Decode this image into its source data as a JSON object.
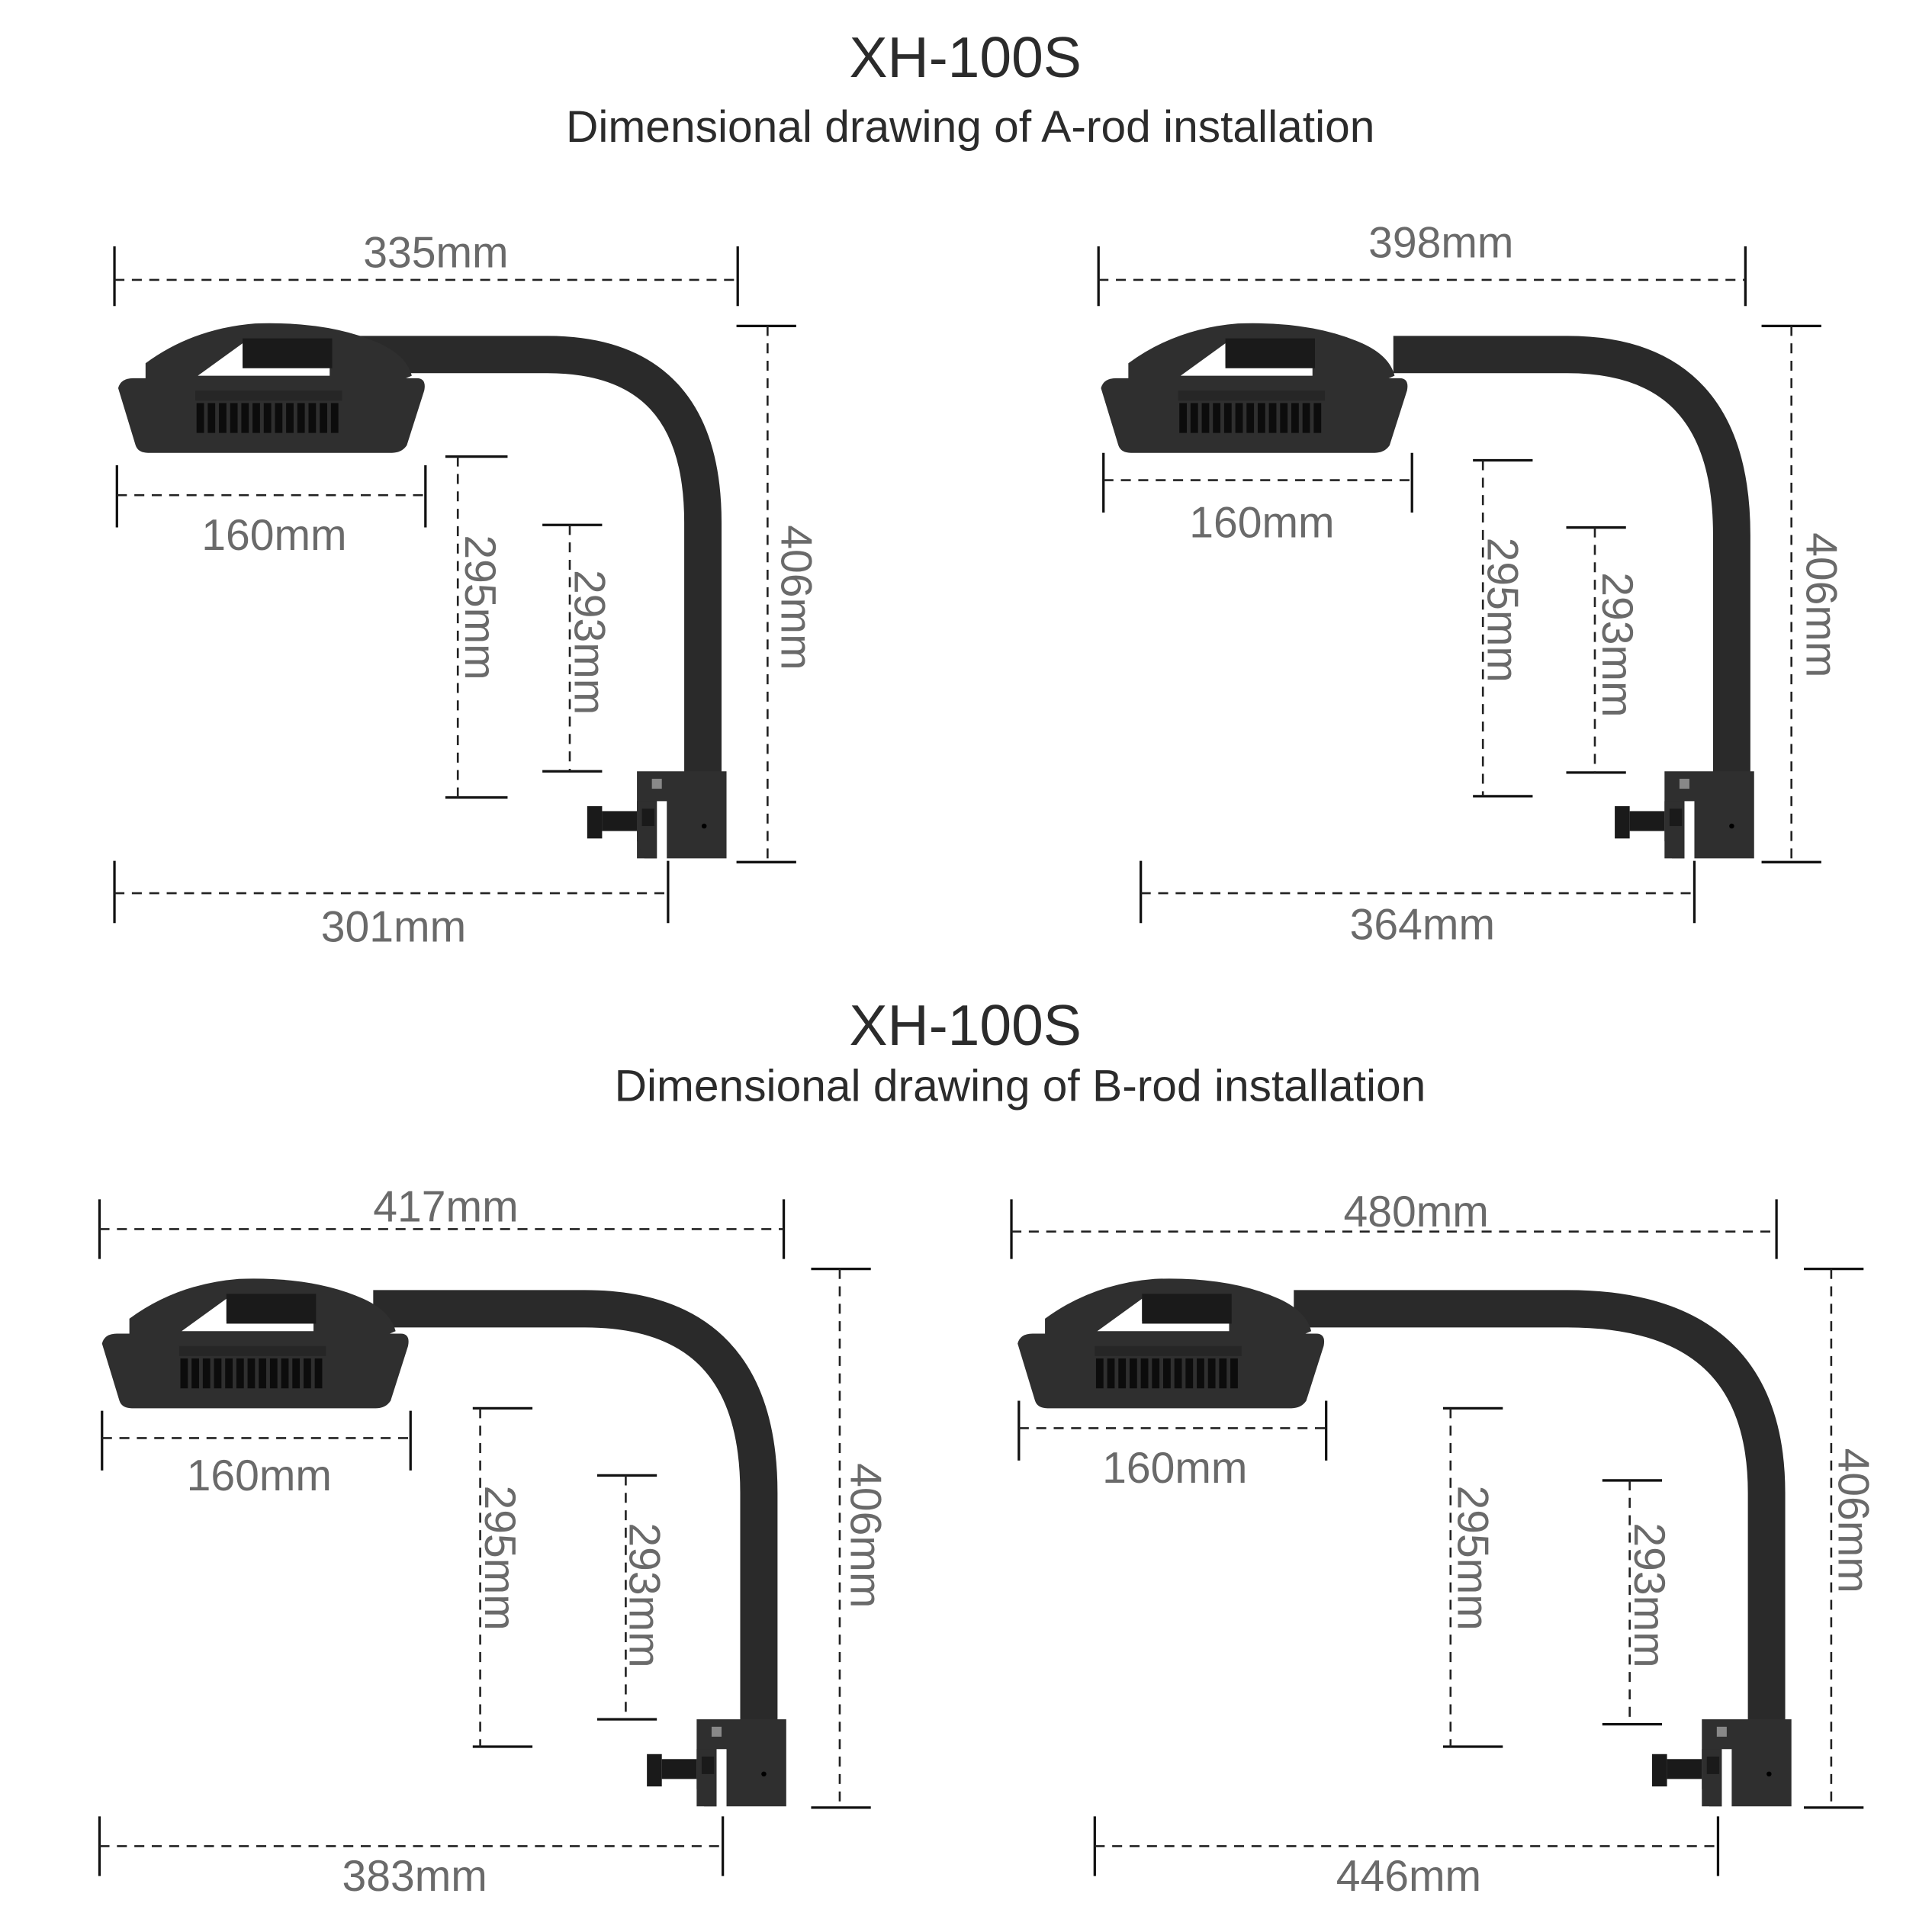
{
  "sections": [
    {
      "title": "XH-100S",
      "subtitle": "Dimensional drawing of A-rod installation",
      "drawings": [
        {
          "overall_width": "335mm",
          "head_width": "160mm",
          "head_height_295": "295mm",
          "clamp_height_293": "293mm",
          "total_height": "406mm",
          "reach": "301mm"
        },
        {
          "overall_width": "398mm",
          "head_width": "160mm",
          "head_height_295": "295mm",
          "clamp_height_293": "293mm",
          "total_height": "406mm",
          "reach": "364mm"
        }
      ]
    },
    {
      "title": "XH-100S",
      "subtitle": "Dimensional drawing of B-rod installation",
      "drawings": [
        {
          "overall_width": "417mm",
          "head_width": "160mm",
          "head_height_295": "295mm",
          "clamp_height_293": "293mm",
          "total_height": "406mm",
          "reach": "383mm"
        },
        {
          "overall_width": "480mm",
          "head_width": "160mm",
          "head_height_295": "295mm",
          "clamp_height_293": "293mm",
          "total_height": "406mm",
          "reach": "446mm"
        }
      ]
    }
  ],
  "icons": {
    "lamp": "aquarium-led-lamp-icon",
    "clamp": "tank-clamp-icon"
  }
}
